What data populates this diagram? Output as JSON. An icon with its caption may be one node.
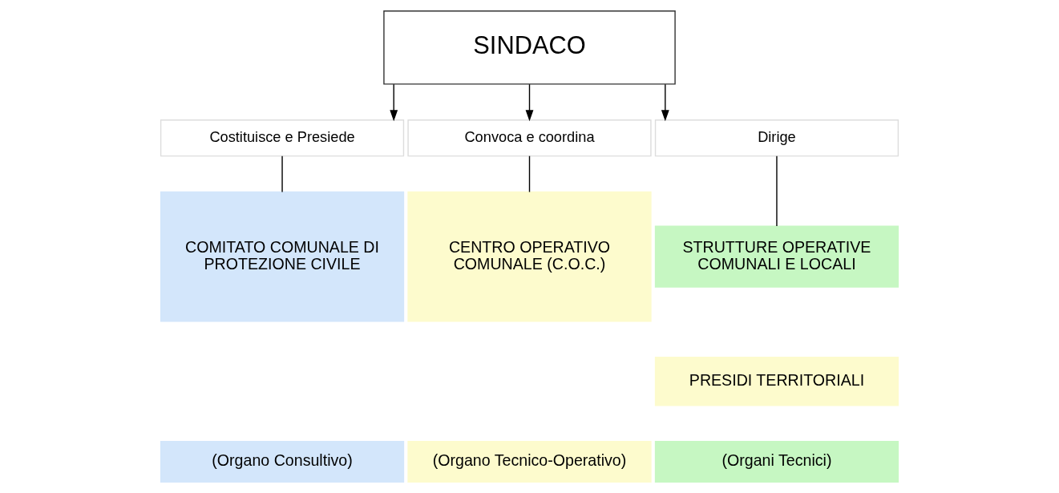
{
  "diagram": {
    "nodes": [
      {
        "text": [
          "SINDACO"
        ]
      },
      {
        "text": [
          "Costituisce e Presiede"
        ]
      },
      {
        "text": [
          "Convoca e coordina"
        ]
      },
      {
        "text": [
          "Dirige"
        ]
      },
      {
        "text": [
          "COMITATO COMUNALE DI PROTEZIONE CIVILE"
        ]
      },
      {
        "text": [
          "CENTRO OPERATIVO COMUNALE (C.O.C.)"
        ]
      },
      {
        "text": [
          "STRUTTURE OPERATIVE COMUNALI E LOCALI"
        ]
      },
      {
        "text": [
          "PRESIDI TERRITORIALI"
        ]
      },
      {
        "text": [
          "(Organo Consultivo)"
        ]
      },
      {
        "text": [
          "(Organo Tecnico-Operativo)"
        ]
      },
      {
        "text": [
          "(Organi Tecnici)"
        ]
      }
    ],
    "edges": [
      {
        "from": 0,
        "to": 1,
        "arrow": "to"
      },
      {
        "from": 0,
        "to": 2,
        "arrow": "to"
      },
      {
        "from": 0,
        "to": 3,
        "arrow": "to"
      },
      {
        "from": 1,
        "to": 4,
        "arrow": "none"
      },
      {
        "from": 2,
        "to": 5,
        "arrow": "none"
      },
      {
        "from": 3,
        "to": 6,
        "arrow": "none"
      }
    ]
  }
}
